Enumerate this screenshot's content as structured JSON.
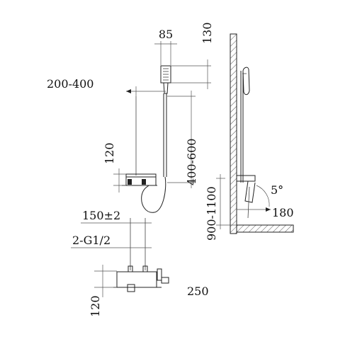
{
  "dimensions": {
    "head_width": "85",
    "head_height": "130",
    "arm_range": "200-400",
    "rail_range": "400-600",
    "fixture_upper_gap": "120",
    "mount_height": "900-1100",
    "tilt_angle": "5°",
    "projection": "180",
    "center_spacing": "150±2",
    "inlet_thread": "2-G1/2",
    "bottom_gap": "120",
    "depth": "250"
  },
  "colors": {
    "line": "#222222",
    "text": "#111111",
    "hatch": "#555555",
    "background": "#ffffff"
  }
}
